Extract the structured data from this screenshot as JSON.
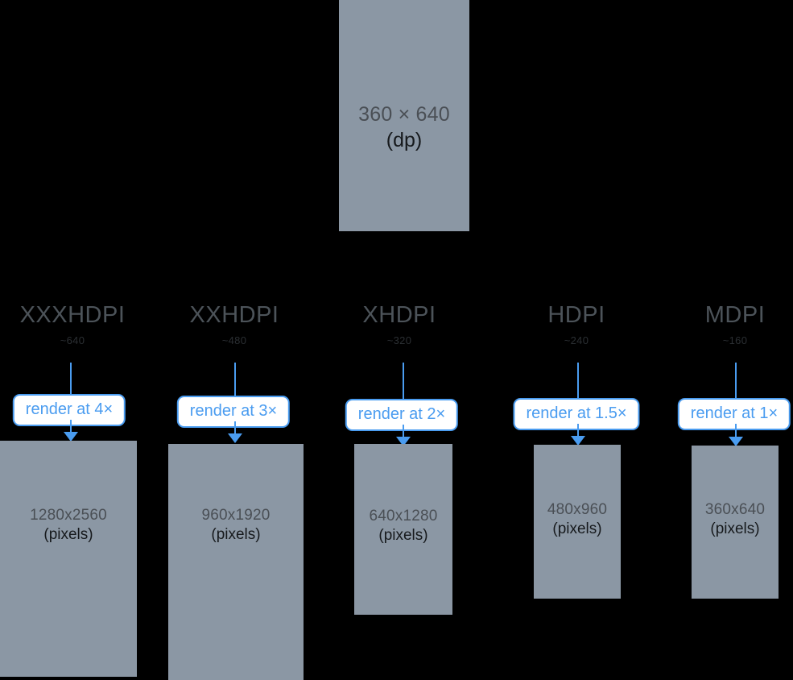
{
  "diagram": {
    "title": "Android density bucket rendering diagram",
    "background_color": "#000000",
    "box_color": "#8b97a4",
    "accent_color": "#4a9cf0"
  },
  "source_box": {
    "dimensions": "360 × 640",
    "unit": "(dp)"
  },
  "columns": [
    {
      "id": "xxxhdpi",
      "header": "XXXHDPI",
      "dpi": "~640",
      "badge": "render at 4×",
      "output_dimensions": "1280x2560",
      "output_unit": "(pixels)"
    },
    {
      "id": "xxhdpi",
      "header": "XXHDPI",
      "dpi": "~480",
      "badge": "render at 3×",
      "output_dimensions": "960x1920",
      "output_unit": "(pixels)"
    },
    {
      "id": "xhdpi",
      "header": "XHDPI",
      "dpi": "~320",
      "badge": "render at 2×",
      "output_dimensions": "640x1280",
      "output_unit": "(pixels)"
    },
    {
      "id": "hdpi",
      "header": "HDPI",
      "dpi": "~240",
      "badge": "render at 1.5×",
      "output_dimensions": "480x960",
      "output_unit": "(pixels)"
    },
    {
      "id": "mdpi",
      "header": "MDPI",
      "dpi": "~160",
      "badge": "render at 1×",
      "output_dimensions": "360x640",
      "output_unit": "(pixels)"
    }
  ]
}
